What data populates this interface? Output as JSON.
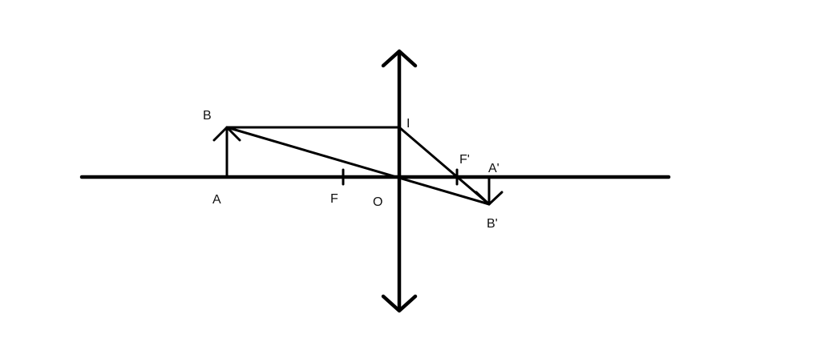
{
  "points": {
    "A": "A",
    "B": "B",
    "F": "F",
    "O": "O",
    "I": "I",
    "F_prime": "F'",
    "A_prime": "A'",
    "B_prime": "B'"
  },
  "elements": {
    "optical_axis": "optical axis",
    "lens": "converging lens",
    "object": "object AB",
    "image": "image A'B'",
    "rays": [
      "B to I (parallel to axis)",
      "I through F' to B'",
      "B through O to B'"
    ]
  },
  "colors": {
    "ink": "#000000",
    "background": "#ffffff"
  }
}
